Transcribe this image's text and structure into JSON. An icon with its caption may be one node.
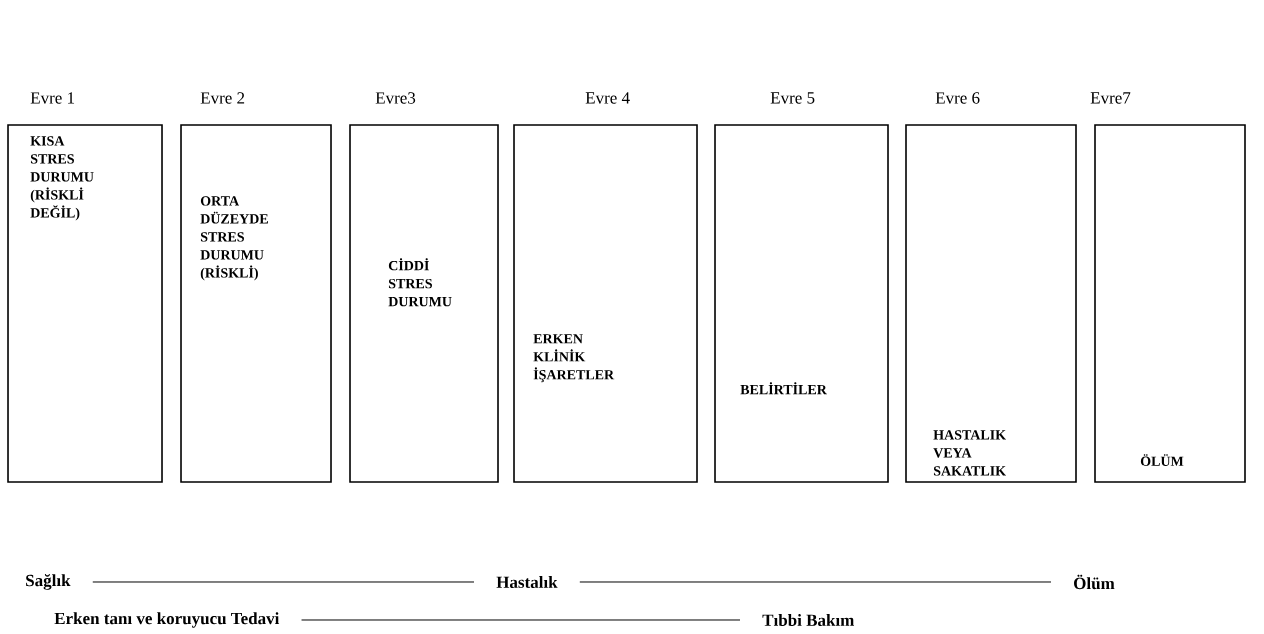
{
  "diagram": {
    "nodes": [
      {
        "text": [
          "Evre 1",
          "KISA STRES DURUMU (RİSKLİ DEĞİL)"
        ]
      },
      {
        "text": [
          "Evre 2",
          "ORTA DÜZEYDE STRES DURUMU (RİSKLİ)"
        ]
      },
      {
        "text": [
          "Evre3",
          "CİDDİ STRES DURUMU"
        ]
      },
      {
        "text": [
          "Evre 4",
          "ERKEN KLİNİK İŞARETLER"
        ]
      },
      {
        "text": [
          "Evre 5",
          "BELİRTİLER"
        ]
      },
      {
        "text": [
          "Evre 6",
          "HASTALIK VEYA SAKATLIK"
        ]
      },
      {
        "text": [
          "Evre7",
          "ÖLÜM"
        ]
      },
      {
        "text": [
          "Sağlık"
        ]
      },
      {
        "text": [
          "Hastalık"
        ]
      },
      {
        "text": [
          "Ölüm"
        ]
      },
      {
        "text": [
          "Erken tanı ve koruyucu Tedavi"
        ]
      },
      {
        "text": [
          "Tıbbi Bakım"
        ]
      }
    ],
    "edges": [
      {
        "from": 7,
        "to": 8,
        "arrow": "none"
      },
      {
        "from": 8,
        "to": 9,
        "arrow": "none"
      },
      {
        "from": 10,
        "to": 11,
        "arrow": "none"
      }
    ]
  }
}
